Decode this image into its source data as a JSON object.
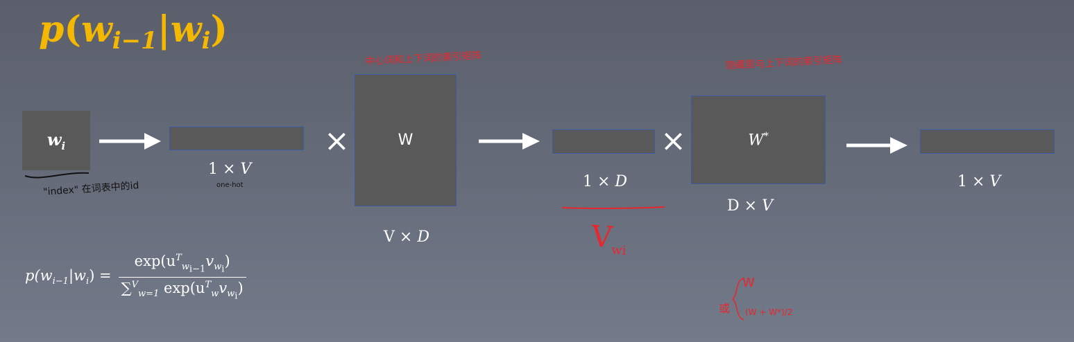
{
  "title": {
    "p": "p",
    "w1": "w",
    "sub1": "i−1",
    "bar": "|",
    "w2": "w",
    "sub2": "i",
    "open": "(",
    "close": ")"
  },
  "nodes": {
    "input": {
      "w": "w",
      "sub": "i"
    },
    "onehot_dim": {
      "a": "1 × ",
      "b": "V"
    },
    "matrix_w": {
      "label": "W",
      "dim_a": "V × ",
      "dim_b": "D"
    },
    "hidden_dim": {
      "a": "1 × ",
      "b": "D"
    },
    "matrix_wstar": {
      "label": "W",
      "sup": "*",
      "dim_a": "D × ",
      "dim_b": "V"
    },
    "output_dim": {
      "a": "1 × ",
      "b": "V"
    }
  },
  "operators": {
    "times": "×"
  },
  "annotations": {
    "index_note": "\"index\" 在词表中的id",
    "onehot_note": "one-hot",
    "w_note": "中心词和上下词的索引矩阵",
    "wstar_note": "隐藏层与上下词的索引矩阵",
    "vwi": "V",
    "vwi_sub": "wi",
    "choice_or": "或",
    "choice_w": "W",
    "choice_avg": "(W + W*)/2"
  },
  "formula": {
    "lhs": "p(w",
    "lhs_sub": "i−1",
    "lhs_mid": "|w",
    "lhs_sub2": "i",
    "lhs_end": ") =",
    "num_exp": "exp(u",
    "num_sup": "T",
    "num_sub": "w",
    "num_subsub": "i−1",
    "num_v": "v",
    "num_vsub": "w",
    "num_vsubsub": "i",
    "num_end": ")",
    "den_sum": "∑",
    "den_sum_sup": "V",
    "den_sum_sub": "w=1",
    "den_exp": " exp(u",
    "den_sup": "T",
    "den_sub": "w",
    "den_v": "v",
    "den_vsub": "w",
    "den_vsubsub": "i",
    "den_end": ")"
  },
  "colors": {
    "title": "#f5b800",
    "box": "#595959",
    "box_border": "#3e5aa0",
    "ink_red": "#e8262e",
    "ink_black": "#111111",
    "arrow": "#ffffff"
  }
}
